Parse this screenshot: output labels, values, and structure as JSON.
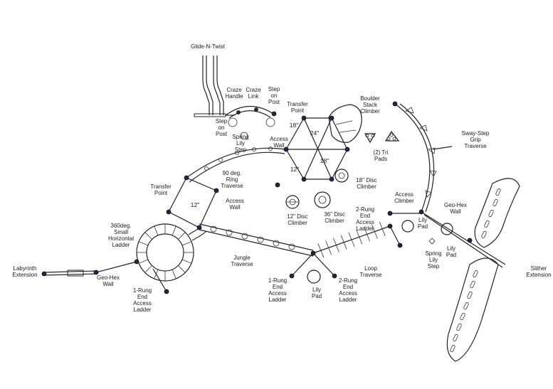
{
  "colors": {
    "line": "#222222",
    "node": "#1b2a4a",
    "background": "#ffffff"
  },
  "labels": {
    "glide_n_twist": [
      "Glide-N-Twist"
    ],
    "craze_handle": [
      "Craze",
      "Handle"
    ],
    "craze_link": [
      "Craze",
      "Link"
    ],
    "step_on_post_top": [
      "Step",
      "on",
      "Post"
    ],
    "transfer_point_top": [
      "Transfer",
      "Point"
    ],
    "step_on_post_left": [
      "Step",
      "on",
      "Post"
    ],
    "boulder_stack_climber": [
      "Boulder",
      "Stack",
      "Climber"
    ],
    "spring_lily_step_top": [
      "Spring",
      "Lily",
      "Step"
    ],
    "access_wall_center": [
      "Access",
      "Wall"
    ],
    "tri_pads": [
      "(2) Tri",
      "Pads"
    ],
    "sway_step_grip_traverse": [
      "Sway-Step",
      "Grip",
      "Traverse"
    ],
    "ring_traverse": [
      "90 deg.",
      "Ring",
      "Traverse"
    ],
    "disc_climber_18": [
      "18\" Disc",
      "Climber"
    ],
    "transfer_point_left": [
      "Transfer",
      "Point"
    ],
    "access_wall_left": [
      "Access",
      "Wall"
    ],
    "access_climber": [
      "Access",
      "Climber"
    ],
    "geo_hex_wall_right": [
      "Geo-Hex",
      "Wall"
    ],
    "two_rung_end_access_ladder_right": [
      "2-Rung",
      "End",
      "Access",
      "Ladder"
    ],
    "disc_climber_12": [
      "12\" Disc",
      "Climber"
    ],
    "disc_climber_36": [
      "36\" Disc",
      "Climber"
    ],
    "lily_pad_right_top": [
      "Lily",
      "Pad"
    ],
    "small_horizontal_ladder": [
      "360deg.",
      "Small",
      "Horizontal",
      "Ladder"
    ],
    "spring_lily_step_right": [
      "Spring",
      "Lily",
      "Step"
    ],
    "lily_pad_right": [
      "Lily",
      "Pad"
    ],
    "jungle_traverse": [
      "Jungle",
      "Traverse"
    ],
    "labyrinth_extension": [
      "Labyrinth",
      "Extension"
    ],
    "slither_extension": [
      "Slither",
      "Extension"
    ],
    "loop_traverse": [
      "Loop",
      "Traverse"
    ],
    "geo_hex_wall_left": [
      "Geo-Hex",
      "Wall"
    ],
    "one_rung_end_access_ladder_center": [
      "1-Rung",
      "End",
      "Access",
      "Ladder"
    ],
    "two_rung_end_access_ladder_center": [
      "2-Rung",
      "End",
      "Access",
      "Ladder"
    ],
    "lily_pad_center": [
      "Lily",
      "Pad"
    ],
    "one_rung_end_access_ladder_left": [
      "1-Rung",
      "End",
      "Access",
      "Ladder"
    ]
  },
  "dimensions": {
    "hex_top_left": "18\"",
    "hex_top_right": "24\"",
    "hex_bottom_right": "18\"",
    "hex_bottom_left": "12\"",
    "transfer_deck": "12\""
  }
}
